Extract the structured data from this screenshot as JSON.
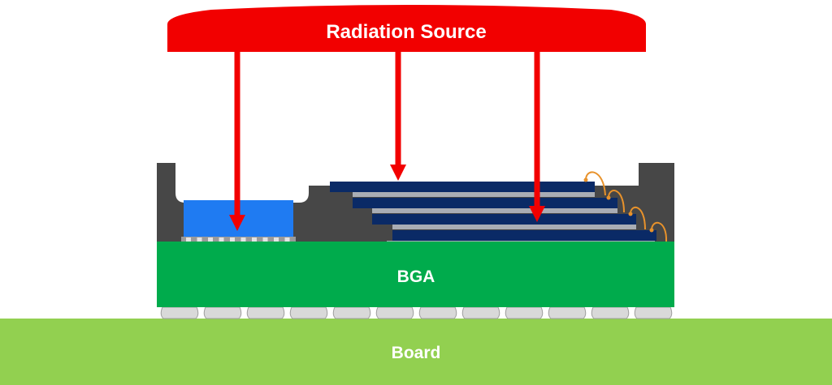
{
  "diagram": {
    "source_label": "Radiation Source",
    "substrate_label": "BGA",
    "board_label": "Board",
    "die_stack_count": 4,
    "solder_ball_count": 12,
    "radiation_ray_count": 3,
    "colors": {
      "radiation": "#f20000",
      "mold": "#474747",
      "flip_chip_die": "#1f7bf2",
      "stacked_die": "#0a2a66",
      "die_attach": "#a9adb4",
      "bond_wire": "#e8922b",
      "substrate": "#00ab4c",
      "solder_ball": "#d9d9d9",
      "board": "#92d050",
      "label_text": "#ffffff"
    }
  }
}
